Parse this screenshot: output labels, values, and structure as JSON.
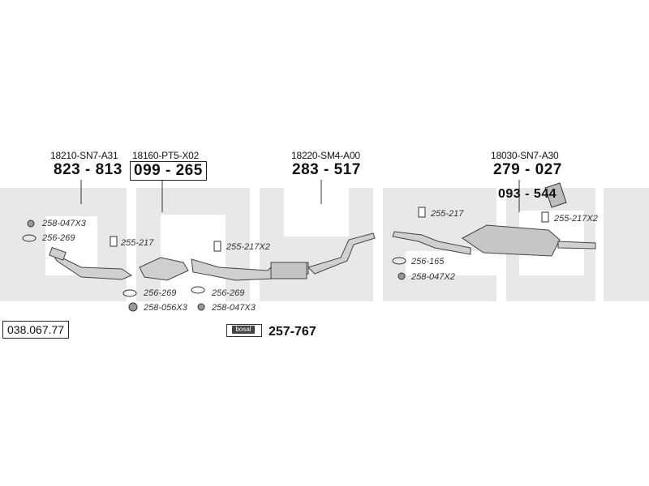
{
  "reference": "038.067.77",
  "parts": [
    {
      "oem": "18210-SN7-A31",
      "number": "823 - 813"
    },
    {
      "oem": "18160-PT5-X02",
      "number": "099 - 265"
    },
    {
      "oem": "18220-SM4-A00",
      "number": "283 - 517"
    },
    {
      "oem": "18030-SN7-A30",
      "number": "279 - 027"
    }
  ],
  "extra_number": "093 - 544",
  "kit": {
    "badge": "bosal",
    "number": "257-767"
  },
  "small_parts": [
    "258-047X3",
    "256-269",
    "255-217",
    "255-217X2",
    "256-269",
    "258-056X3",
    "256-269",
    "258-047X3",
    "255-217",
    "255-217X2",
    "256-165",
    "258-047X2"
  ],
  "colors": {
    "watermark": "#e6e6e6",
    "pipe": "#c9c9c9",
    "line": "#333333"
  }
}
